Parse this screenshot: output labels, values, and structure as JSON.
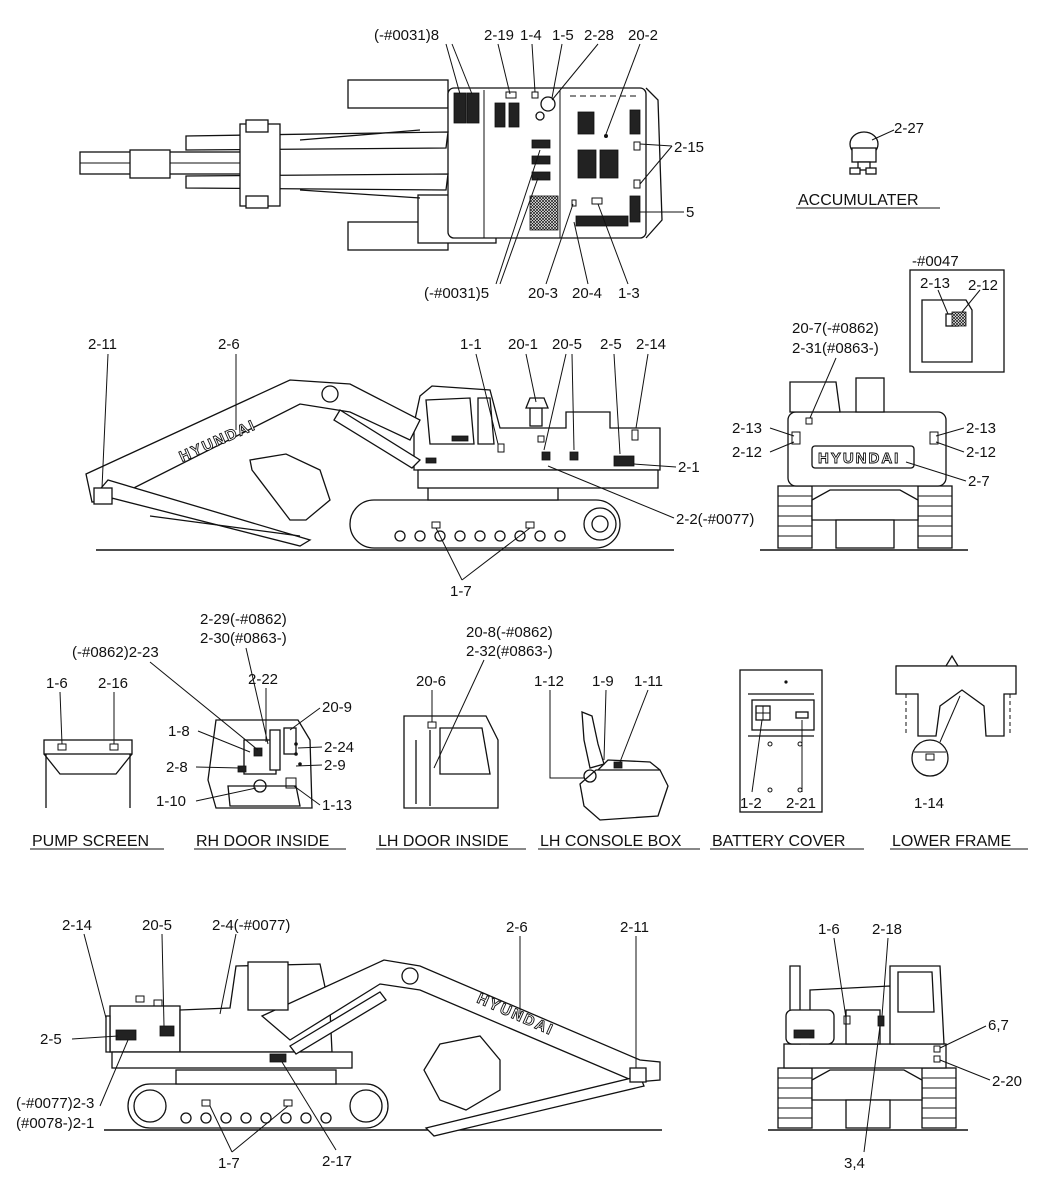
{
  "captions": {
    "accumulater": "ACCUMULATER",
    "pump_screen": "PUMP SCREEN",
    "rh_door_inside": "RH DOOR INSIDE",
    "lh_door_inside": "LH DOOR INSIDE",
    "lh_console_box": "LH CONSOLE BOX",
    "battery_cover": "BATTERY COVER",
    "lower_frame": "LOWER FRAME"
  },
  "brand": {
    "boom_text": "HYUNDAI",
    "counterweight_text": "HYUNDAI"
  },
  "labels": {
    "top_view": {
      "l_0031_8": "(-#0031)8",
      "l_2_19": "2-19",
      "l_1_4": "1-4",
      "l_1_5": "1-5",
      "l_2_28": "2-28",
      "l_20_2": "20-2",
      "l_2_15": "2-15",
      "l_5": "5",
      "l_0031_5": "(-#0031)5",
      "l_20_3": "20-3",
      "l_20_4": "20-4",
      "l_1_3": "1-3"
    },
    "accumulator": {
      "l_2_27": "2-27"
    },
    "detail_0047": {
      "title": "-#0047",
      "l_2_13": "2-13",
      "l_2_12": "2-12"
    },
    "side_view_left": {
      "l_2_11": "2-11",
      "l_2_6": "2-6",
      "l_1_1": "1-1",
      "l_20_1": "20-1",
      "l_20_5": "20-5",
      "l_2_5": "2-5",
      "l_2_14": "2-14",
      "l_2_1": "2-1",
      "l_2_2": "2-2(-#0077)",
      "l_1_7": "1-7"
    },
    "rear_view": {
      "l_20_7": "20-7(-#0862)",
      "l_2_31": "2-31(#0863-)",
      "l_2_13_a": "2-13",
      "l_2_12_a": "2-12",
      "l_2_13_b": "2-13",
      "l_2_12_b": "2-12",
      "l_2_7": "2-7"
    },
    "pump_screen": {
      "l_1_6": "1-6",
      "l_2_16": "2-16"
    },
    "rh_door": {
      "l_2_29": "2-29(-#0862)",
      "l_2_30": "2-30(#0863-)",
      "l_2_23": "(-#0862)2-23",
      "l_2_22": "2-22",
      "l_1_8": "1-8",
      "l_20_9": "20-9",
      "l_2_24": "2-24",
      "l_2_8": "2-8",
      "l_2_9": "2-9",
      "l_1_10": "1-10",
      "l_1_13": "1-13"
    },
    "lh_door": {
      "l_20_8": "20-8(-#0862)",
      "l_2_32": "2-32(#0863-)",
      "l_20_6": "20-6"
    },
    "lh_console": {
      "l_1_12": "1-12",
      "l_1_9": "1-9",
      "l_1_11": "1-11"
    },
    "battery": {
      "l_1_2": "1-2",
      "l_2_21": "2-21"
    },
    "lower_frame": {
      "l_1_14": "1-14"
    },
    "side_view_right": {
      "l_2_14": "2-14",
      "l_20_5": "20-5",
      "l_2_4": "2-4(-#0077)",
      "l_2_6": "2-6",
      "l_2_11": "2-11",
      "l_2_5": "2-5",
      "l_2_3": "(-#0077)2-3",
      "l_2_1": "(#0078-)2-1",
      "l_1_7": "1-7",
      "l_2_17": "2-17"
    },
    "front_view": {
      "l_1_6": "1-6",
      "l_2_18": "2-18",
      "l_6_7": "6,7",
      "l_2_20": "2-20",
      "l_3_4": "3,4"
    }
  }
}
